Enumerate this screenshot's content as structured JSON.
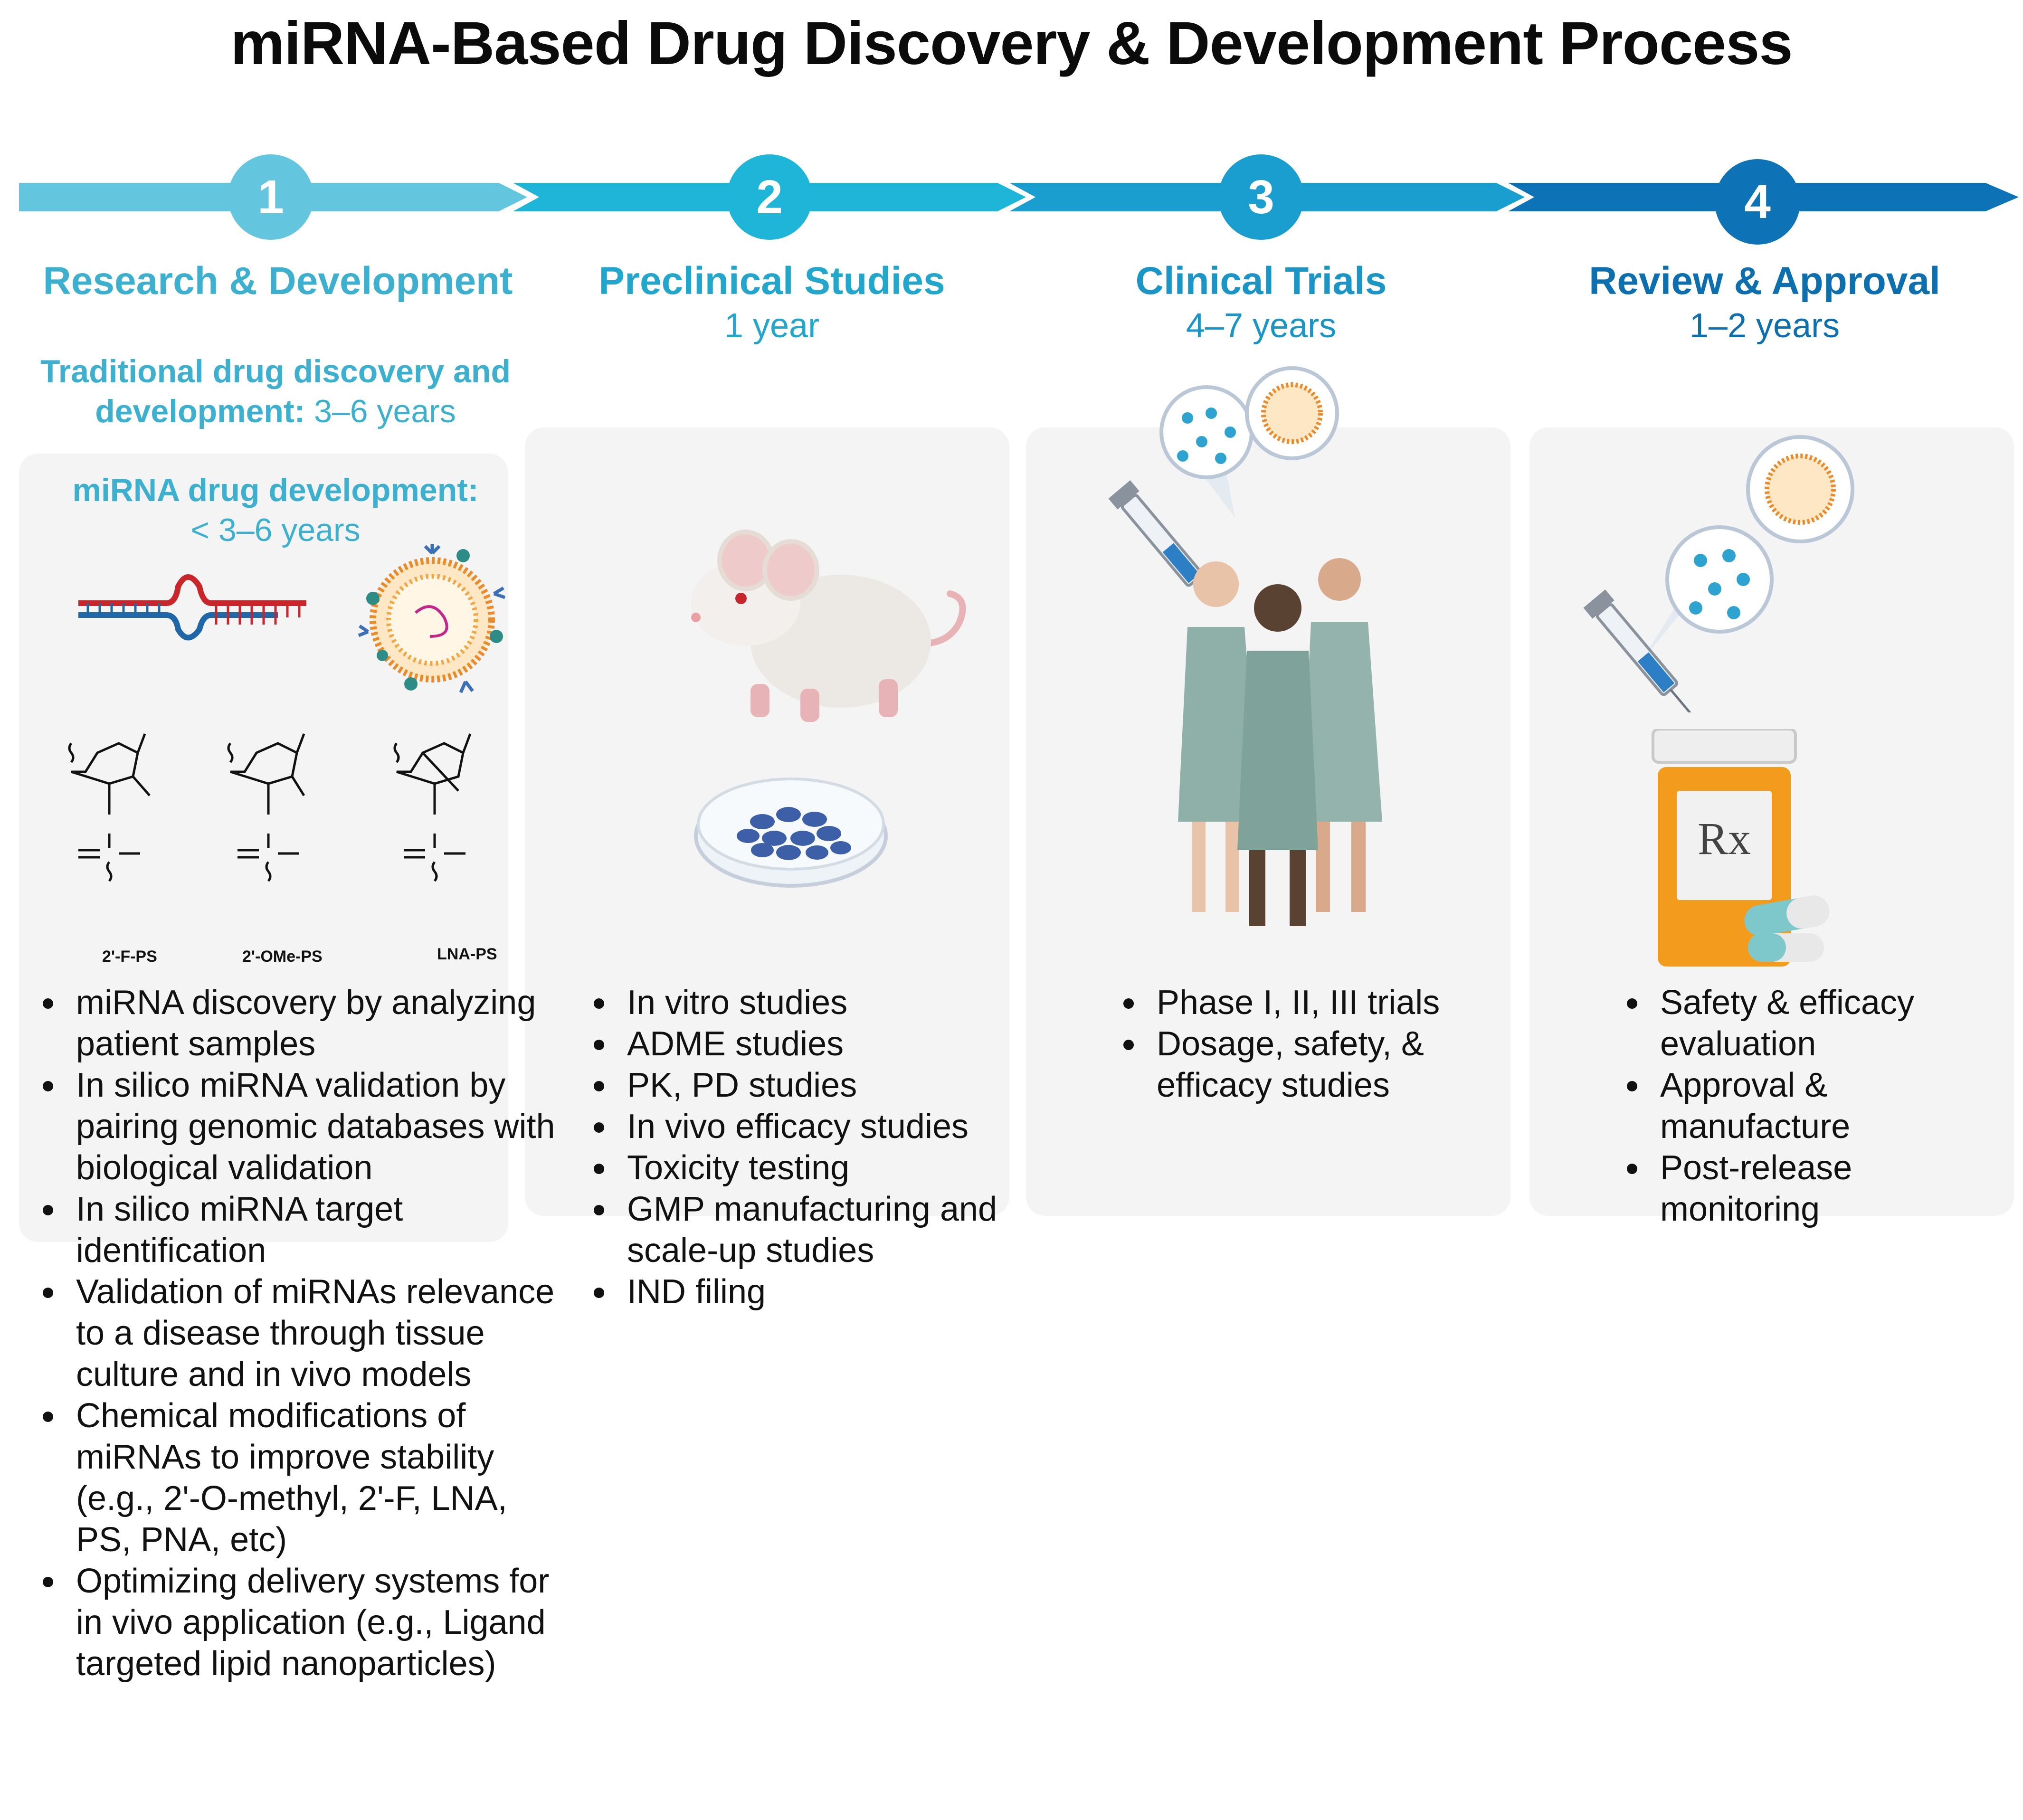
{
  "title": "miRNA-Based Drug Discovery & Development Process",
  "colors": {
    "step1": "#63c6de",
    "step2": "#1fb5d9",
    "step3": "#1a9ed0",
    "step4": "#0d73b6"
  },
  "steps": [
    {
      "number": "1",
      "title": "Research & Development",
      "traditional_label": "Traditional drug discovery and development:",
      "traditional_value": "3–6 years",
      "mirna_label": "miRNA drug development:",
      "mirna_value": "< 3–6 years",
      "chem_labels": [
        "2'-F-PS",
        "2'-OMe-PS",
        "LNA-PS"
      ],
      "bullets": [
        "miRNA  discovery by analyzing patient samples",
        "In silico miRNA validation by pairing genomic databases with biological validation",
        "In silico miRNA target identification",
        "Validation of miRNAs relevance to a disease through tissue culture and in vivo models",
        "Chemical modifications of miRNAs to improve stability (e.g., 2'-O-methyl, 2'-F, LNA, PS, PNA, etc)",
        "Optimizing delivery systems for in vivo application (e.g., Ligand targeted lipid nanoparticles)"
      ]
    },
    {
      "number": "2",
      "title": "Preclinical Studies",
      "duration": "1 year",
      "bullets": [
        "In vitro studies",
        "ADME studies",
        "PK, PD studies",
        "In vivo efficacy studies",
        "Toxicity testing",
        "GMP manufacturing and scale-up studies",
        "IND filing"
      ]
    },
    {
      "number": "3",
      "title": "Clinical Trials",
      "duration": "4–7 years",
      "bullets": [
        "Phase I, II, III trials",
        "Dosage, safety, & efficacy studies"
      ]
    },
    {
      "number": "4",
      "title": "Review & Approval",
      "duration": "1–2 years",
      "rx_label": "Rx",
      "bullets": [
        "Safety & efficacy evaluation",
        "Approval & manufacture",
        "Post-release monitoring"
      ]
    }
  ]
}
